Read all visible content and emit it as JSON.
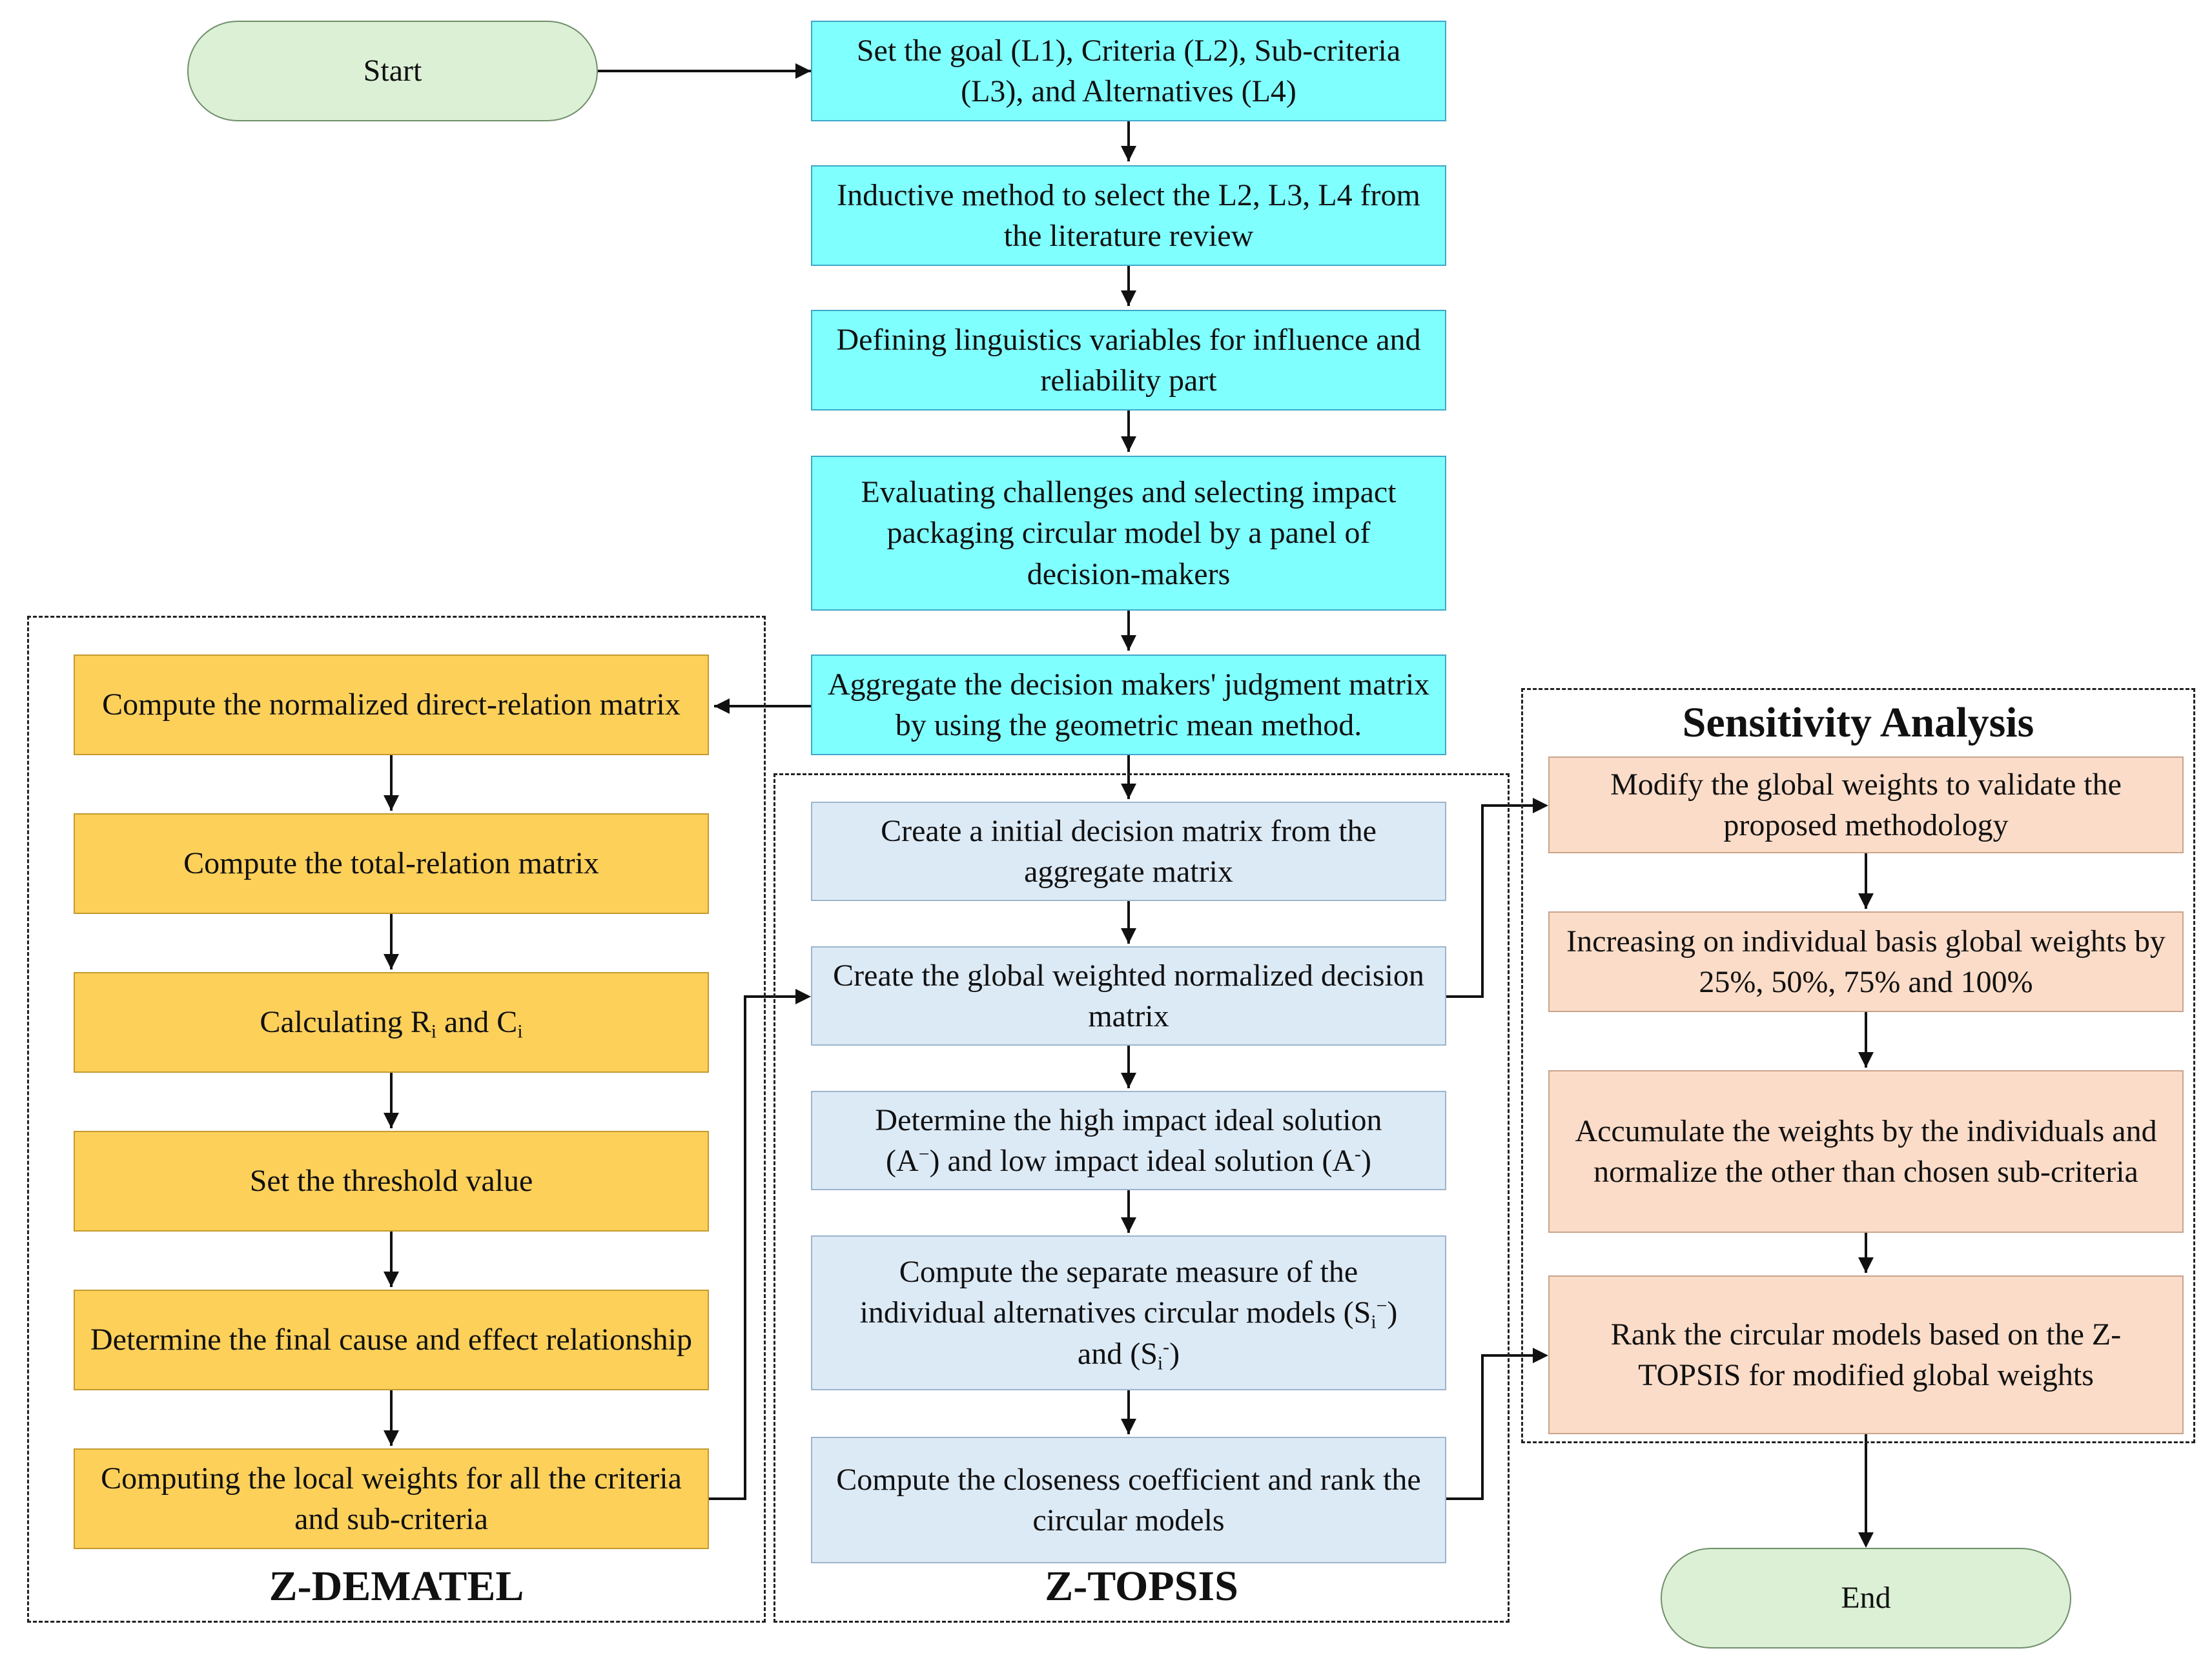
{
  "terminals": {
    "start": "Start",
    "end": "End"
  },
  "main_flow": {
    "step1": "Set the goal (L1), Criteria (L2), Sub-criteria (L3), and Alternatives (L4)",
    "step2": "Inductive method to select the L2, L3, L4 from the literature review",
    "step3": "Defining linguistics variables for influence and reliability part",
    "step4": "Evaluating challenges and selecting impact packaging circular model by a panel of decision-makers",
    "step5": "Aggregate the decision makers' judgment matrix by using the geometric mean method."
  },
  "z_dematel": {
    "title": "Z-DEMATEL",
    "steps": [
      "Compute the normalized direct-relation matrix",
      "Compute the total-relation matrix",
      {
        "pre": "Calculating R",
        "sub1": "i",
        "mid": " and C",
        "sub2": "i"
      },
      "Set the threshold value",
      "Determine the final cause and effect relationship",
      "Computing the local weights for all the criteria and sub-criteria"
    ]
  },
  "z_topsis": {
    "title": "Z-TOPSIS",
    "steps": [
      "Create a initial decision matrix from the aggregate matrix",
      "Create the global weighted normalized decision matrix",
      {
        "line1": "Determine the high impact ideal solution",
        "p1": "(A",
        "sup1": "−",
        "p2": ") and low impact ideal solution (A",
        "sup2": "-",
        "p3": ")"
      },
      {
        "line1": "Compute the separate measure of the",
        "p1": "individual alternatives circular models (S",
        "sub1": "i",
        "sup1": "−",
        "p2": ")",
        "p3": "and (S",
        "sub2": "i",
        "sup2": "-",
        "p4": ")"
      },
      "Compute the closeness coefficient and rank the circular models"
    ]
  },
  "sensitivity": {
    "title": "Sensitivity Analysis",
    "steps": [
      "Modify the global weights to validate the proposed methodology",
      "Increasing on individual basis global weights by 25%, 50%, 75% and 100%",
      "Accumulate the weights by the individuals and normalize the other than chosen sub-criteria",
      "Rank the circular models based on the Z-TOPSIS for modified global weights"
    ]
  },
  "colors": {
    "main": "#80FFFF",
    "dematel": "#FDD05A",
    "topsis": "#DCEAF6",
    "sensitivity": "#FBDCC8",
    "terminal": "#DCF0D6"
  }
}
